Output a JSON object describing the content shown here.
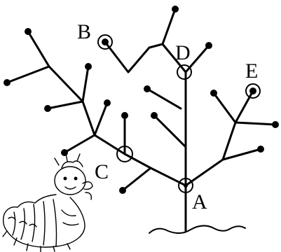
{
  "diagram": {
    "labels": {
      "A": "A",
      "B": "B",
      "C": "C",
      "D": "D",
      "E": "E"
    },
    "marked_points": [
      "A",
      "B",
      "C",
      "D",
      "E"
    ]
  }
}
